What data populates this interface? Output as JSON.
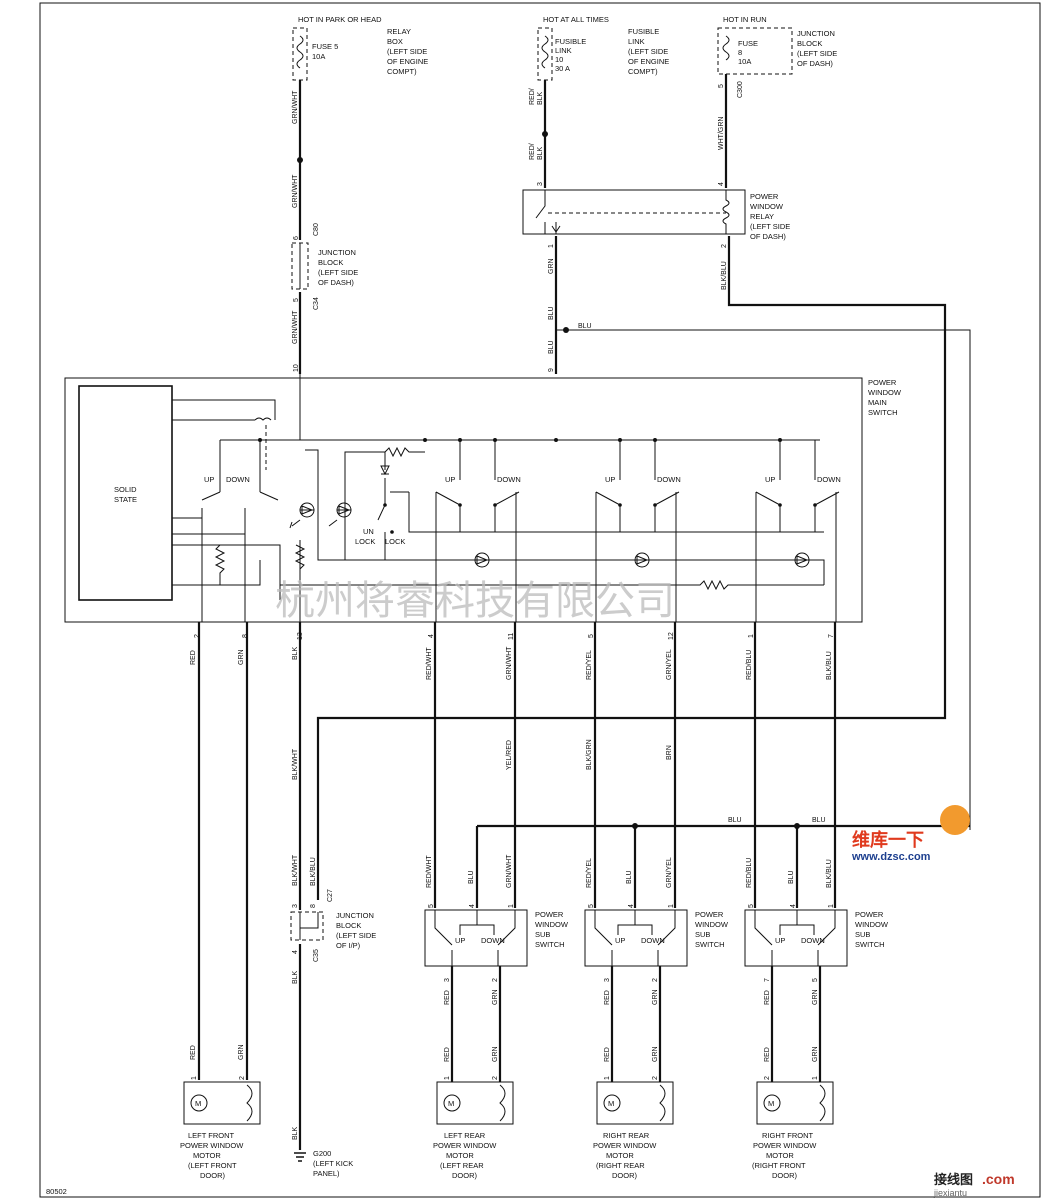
{
  "fuses": [
    {
      "heading": "HOT IN PARK OR HEAD",
      "name": "FUSE 5",
      "rating": "10A",
      "location": [
        "RELAY",
        "BOX",
        "(LEFT SIDE",
        "OF ENGINE",
        "COMPT)"
      ]
    },
    {
      "heading": "HOT AT ALL TIMES",
      "name": [
        "FUSIBLE",
        "LINK",
        "10"
      ],
      "rating": "30 A",
      "location": [
        "FUSIBLE",
        "LINK",
        "(LEFT SIDE",
        "OF ENGINE",
        "COMPT)"
      ]
    },
    {
      "heading": "HOT IN RUN",
      "name": "FUSE",
      "number": "8",
      "rating": "10A",
      "location": [
        "JUNCTION",
        "BLOCK",
        "(LEFT SIDE",
        "OF DASH)"
      ]
    }
  ],
  "relay": {
    "label": [
      "POWER",
      "WINDOW",
      "RELAY",
      "(LEFT SIDE",
      "OF DASH)"
    ]
  },
  "junction_dash": {
    "label": [
      "JUNCTION",
      "BLOCK",
      "(LEFT SIDE",
      "OF DASH)"
    ]
  },
  "junction_ip": {
    "label": [
      "JUNCTION",
      "BLOCK",
      "(LEFT SIDE",
      "OF I/P)"
    ]
  },
  "main_switch": {
    "label": [
      "POWER",
      "WINDOW",
      "MAIN",
      "SWITCH"
    ],
    "solid_state": [
      "SOLID",
      "STATE"
    ],
    "up": "UP",
    "down": "DOWN",
    "unlock": [
      "UN",
      "LOCK"
    ],
    "lock": "LOCK"
  },
  "sub_switch": {
    "label": [
      "POWER",
      "WINDOW",
      "SUB",
      "SWITCH"
    ],
    "up": "UP",
    "down": "DOWN"
  },
  "connectors": {
    "c80": "C80",
    "c34": "C34",
    "c300": "C300",
    "c27": "C27",
    "c35": "C35"
  },
  "wire_colors": {
    "grn_wht": "GRN/WHT",
    "red_blk": "RED/",
    "red_blk2": "BLK",
    "wht_grn": "WHT/GRN",
    "grn": "GRN",
    "blu": "BLU",
    "blk_blu": "BLK/BLU",
    "red": "RED",
    "blk": "BLK",
    "red_wht": "RED/WHT",
    "red_yel": "RED/YEL",
    "grn_yel": "GRN/YEL",
    "red_blu": "RED/BLU",
    "blk_wht": "BLK/WHT",
    "yel_red": "YEL/RED",
    "blk_grn": "BLK/GRN",
    "brn": "BRN"
  },
  "pins": {
    "p10": "10",
    "p9": "9",
    "p1": "1",
    "p2": "2",
    "p3": "3",
    "p4": "4",
    "p5": "5",
    "p6": "6",
    "p7": "7",
    "p8": "8",
    "p11": "11",
    "p12": "12",
    "p13": "13"
  },
  "motors": [
    {
      "label": [
        "LEFT FRONT",
        "POWER WINDOW",
        "MOTOR",
        "(LEFT FRONT",
        "DOOR)"
      ]
    },
    {
      "label": [
        "LEFT REAR",
        "POWER WINDOW",
        "MOTOR",
        "(LEFT REAR",
        "DOOR)"
      ]
    },
    {
      "label": [
        "RIGHT REAR",
        "POWER WINDOW",
        "MOTOR",
        "(RIGHT REAR",
        "DOOR)"
      ]
    },
    {
      "label": [
        "RIGHT FRONT",
        "POWER WINDOW",
        "MOTOR",
        "(RIGHT FRONT",
        "DOOR)"
      ]
    }
  ],
  "ground": {
    "name": "G200",
    "location": [
      "(LEFT KICK",
      "PANEL)"
    ]
  },
  "m_letter": "M",
  "diagram_id": "80502",
  "watermark": "杭州将睿科技有限公司",
  "logo": {
    "brand": "维库一下",
    "url": "www.dzsc.com",
    "site": "接线图",
    "site_url": "jiexiantu"
  },
  "logo_suffix": ".com"
}
